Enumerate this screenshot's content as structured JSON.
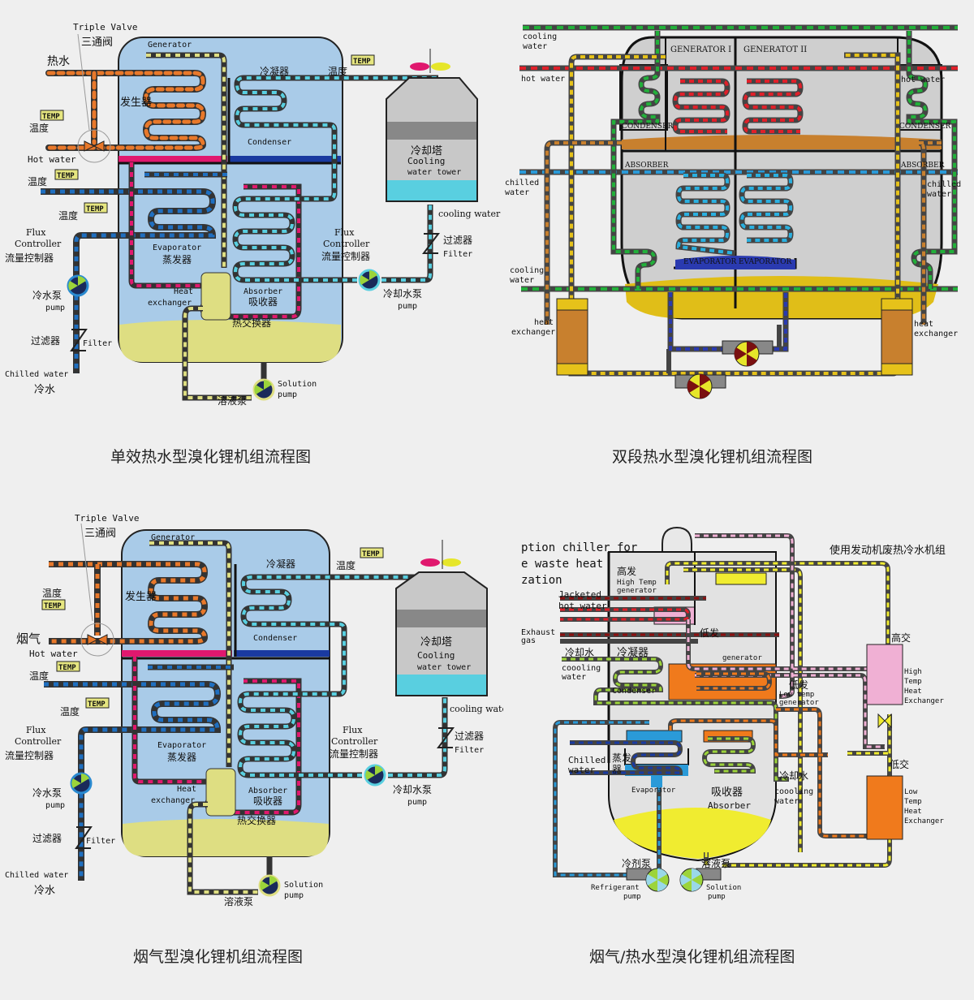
{
  "colors": {
    "background": "#efefef",
    "vessel_blue": "#a9cbe8",
    "solution_yellow": "#dede82",
    "hot_water_orange": "#e8782a",
    "chilled_blue": "#1f6fc0",
    "cooling_cyan": "#59cfe0",
    "refrigerant_magenta": "#e0186e",
    "pipe_gray": "#7a7a7a",
    "gen_red": "#e0202a",
    "green_pipe": "#22b03a",
    "gold": "#e6c21a",
    "brown": "#c8802e",
    "pink": "#f0b0d4",
    "orange_vessel": "#f07a1c"
  },
  "panels": [
    {
      "id": "single-effect-hot-water",
      "caption": "单效热水型溴化锂机组流程图",
      "labels": {
        "triple_valve_en": "Triple Valve",
        "triple_valve_cn": "三通阀",
        "hot_water_cn": "热水",
        "hot_water_en": "Hot water",
        "temp_tag": "TEMP",
        "temp_cn": "温度",
        "generator_en": "Generator",
        "generator_cn": "发生器",
        "condenser_cn": "冷凝器",
        "condenser_en": "Condenser",
        "evaporator_en": "Evaporator",
        "evaporator_cn": "蒸发器",
        "absorber_en": "Absorber",
        "absorber_cn": "吸收器",
        "heat_exchanger_en_1": "Heat",
        "heat_exchanger_en_2": "exchanger",
        "heat_exchanger_cn": "热交换器",
        "flux_en_1": "Flux",
        "flux_en_2": "Controller",
        "flux_cn": "流量控制器",
        "chilled_pump_cn": "冷水泵",
        "pump_en": "pump",
        "filter_cn": "过滤器",
        "filter_en": "Filter",
        "chilled_water_en": "Chilled water",
        "chilled_water_cn": "冷水",
        "cooling_tower_cn": "冷却塔",
        "cooling_tower_en_1": "Cooling",
        "cooling_tower_en_2": "water tower",
        "cooling_water_en": "cooling water",
        "cooling_pump_cn": "冷却水泵",
        "solution_pump_en_1": "Solution",
        "solution_pump_en_2": "pump",
        "solution_pump_cn": "溶液泵"
      }
    },
    {
      "id": "two-stage-hot-water",
      "caption": "双段热水型溴化锂机组流程图",
      "labels": {
        "cooling_water_1": "cooling",
        "cooling_water_2": "water",
        "hot_water": "hot water",
        "chilled_water_1": "chilled",
        "chilled_water_2": "water",
        "generator_1": "GENERATOR I",
        "generator_2": "GENERATOT II",
        "condenser": "CONDENSER",
        "absorber": "ABSORBER",
        "evaporator": "EVAPORATOR",
        "heat_exchanger_1": "heat",
        "heat_exchanger_2": "exchanger"
      }
    },
    {
      "id": "flue-gas",
      "caption": "烟气型溴化锂机组流程图",
      "labels": {
        "triple_valve_en": "Triple Valve",
        "triple_valve_cn": "三通阀",
        "flue_gas_cn": "烟气",
        "hot_water_en": "Hot water",
        "temp_tag": "TEMP",
        "temp_cn": "温度",
        "generator_en": "Generator",
        "generator_cn": "发生器",
        "condenser_cn": "冷凝器",
        "condenser_en": "Condenser",
        "evaporator_en": "Evaporator",
        "evaporator_cn": "蒸发器",
        "absorber_en": "Absorber",
        "absorber_cn": "吸收器",
        "heat_exchanger_en_1": "Heat",
        "heat_exchanger_en_2": "exchanger",
        "heat_exchanger_cn": "热交换器",
        "flux_en_1": "Flux",
        "flux_en_2": "Controller",
        "flux_cn": "流量控制器",
        "chilled_pump_cn": "冷水泵",
        "pump_en": "pump",
        "filter_cn": "过滤器",
        "filter_en": "Filter",
        "chilled_water_en": "Chilled water",
        "chilled_water_cn": "冷水",
        "cooling_tower_cn": "冷却塔",
        "cooling_tower_en_1": "Cooling",
        "cooling_tower_en_2": "water tower",
        "cooling_water_en": "cooling water",
        "cooling_pump_cn": "冷却水泵",
        "solution_pump_en_1": "Solution",
        "solution_pump_en_2": "pump",
        "solution_pump_cn": "溶液泵"
      }
    },
    {
      "id": "flue-gas-hot-water",
      "caption": "烟气/热水型溴化锂机组流程图",
      "labels": {
        "title_en_1": "ption chiller for",
        "title_en_2": "e waste heat",
        "title_en_3": "zation",
        "title_cn": "使用发动机废热冷水机组",
        "jacketed_1": "Jacketed",
        "jacketed_2": "hot water",
        "exhaust_1": "Exhaust",
        "exhaust_2": "gas",
        "htg_cn": "高发",
        "htg_en_1": "High Temp",
        "htg_en_2": "generator",
        "ltg_cn_inner": "低发",
        "ltg_en_inner": "generator",
        "cooling_water_cn": "冷却水",
        "cooling_water_en_1": "coooling",
        "cooling_water_en_2": "water",
        "condenser_cn": "冷凝器",
        "condenser_en": "Condenser",
        "ltg_cn": "低发",
        "ltg_en_1": "Low temp",
        "ltg_en_2": "generator",
        "chilled_water_1": "Chilled",
        "chilled_water_2": "water",
        "evaporator_cn_1": "蒸发",
        "evaporator_cn_2": "器",
        "evaporator_en": "Evaporator",
        "absorber_cn": "吸收器",
        "absorber_en": "Absorber",
        "cooling_water_cn_2": "冷却水",
        "cooling_water_en2_1": "coooling",
        "cooling_water_en2_2": "water",
        "hthx_cn": "高交",
        "hthx_en_1": "High",
        "hthx_en_2": "Temp",
        "hthx_en_3": "Heat",
        "hthx_en_4": "Exchanger",
        "lthx_cn": "低交",
        "lthx_en_1": "Low",
        "lthx_en_2": "Temp",
        "lthx_en_3": "Heat",
        "lthx_en_4": "Exchanger",
        "refrigerant_pump_cn": "冷剂泵",
        "refrigerant_pump_en_1": "Refrigerant",
        "refrigerant_pump_en_2": "pump",
        "solution_pump_cn": "溶液泵",
        "solution_pump_en_1": "Solution",
        "solution_pump_en_2": "pump"
      }
    }
  ]
}
